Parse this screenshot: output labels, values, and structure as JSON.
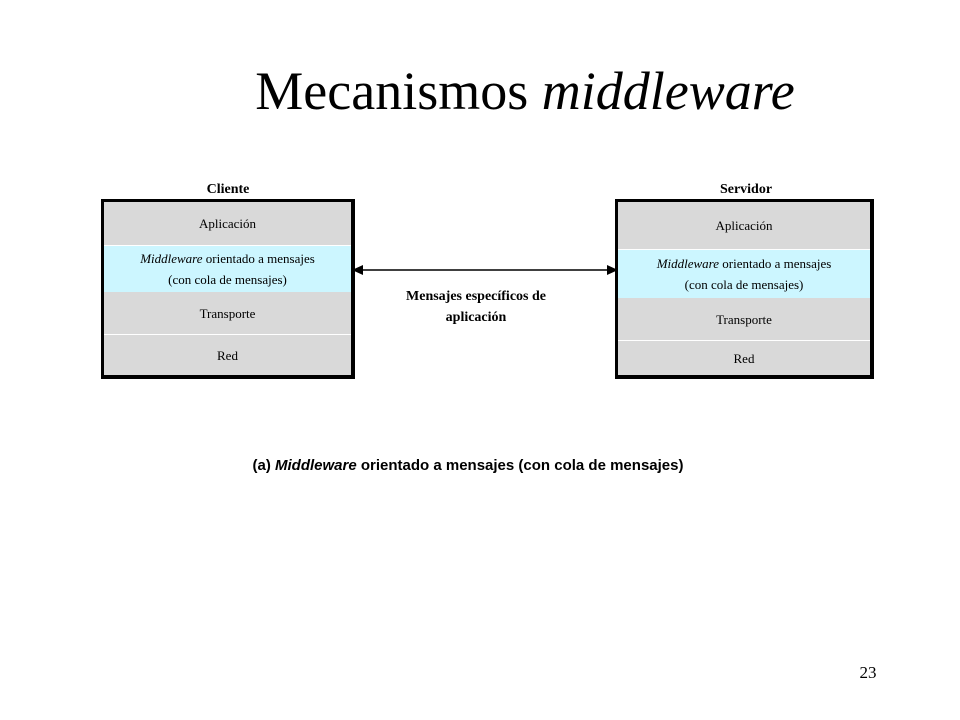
{
  "title": {
    "main": "Mecanismos",
    "italic": "middleware"
  },
  "client": {
    "label": "Cliente",
    "layers": {
      "application": "Aplicación",
      "middleware_italic": "Middleware",
      "middleware_rest": " orientado a mensajes",
      "middleware_line2": "(con cola de mensajes)",
      "transport": "Transporte",
      "network": "Red"
    }
  },
  "server": {
    "label": "Servidor",
    "layers": {
      "application": "Aplicación",
      "middleware_italic": "Middleware",
      "middleware_rest": " orientado a mensajes",
      "middleware_line2": "(con cola de mensajes)",
      "transport": "Transporte",
      "network": "Red"
    }
  },
  "connector": {
    "label_line1": "Mensajes específicos de",
    "label_line2": "aplicación"
  },
  "caption": {
    "prefix": "(a) ",
    "italic": "Middleware",
    "rest": " orientado a mensajes (con cola de mensajes)"
  },
  "page_number": "23",
  "colors": {
    "layer_grey": "#d9d9d9",
    "layer_middleware": "#ccf6ff",
    "border": "#000000"
  }
}
